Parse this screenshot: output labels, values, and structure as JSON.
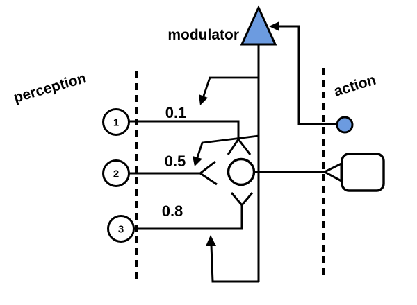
{
  "diagram": {
    "modulator_label": "modulator",
    "regions": {
      "perception": "perception",
      "action": "action"
    },
    "inputs": [
      {
        "id": "1",
        "weight": "0.1"
      },
      {
        "id": "2",
        "weight": "0.5"
      },
      {
        "id": "3",
        "weight": "0.8"
      }
    ],
    "icons": {
      "modulator_neuron": "filled-triangle-icon",
      "feedback_unit": "filled-circle-icon",
      "action_unit": "rounded-rect-icon",
      "output_synapse": "open-triangle-icon",
      "input_synapses": "fork-icon"
    },
    "colors": {
      "accent_blue": "#6C9BE0",
      "stroke": "#000000",
      "background": "#ffffff"
    }
  }
}
